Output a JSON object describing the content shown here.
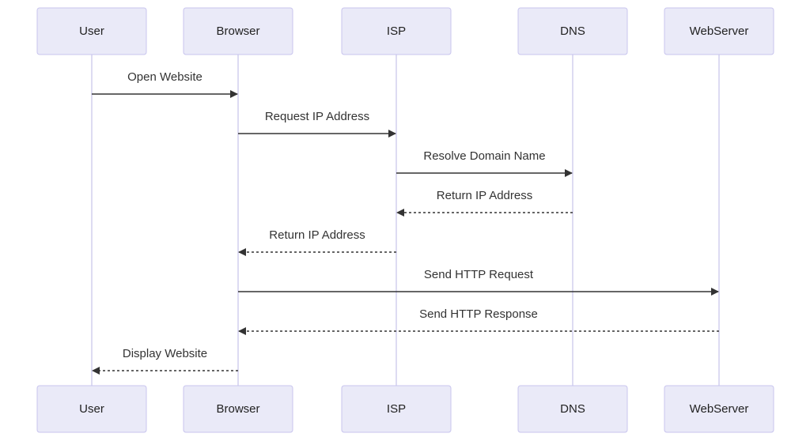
{
  "actors": [
    {
      "id": "user",
      "label": "User"
    },
    {
      "id": "browser",
      "label": "Browser"
    },
    {
      "id": "isp",
      "label": "ISP"
    },
    {
      "id": "dns",
      "label": "DNS"
    },
    {
      "id": "webserver",
      "label": "WebServer"
    }
  ],
  "messages": [
    {
      "from": "user",
      "to": "browser",
      "label": "Open Website",
      "style": "solid"
    },
    {
      "from": "browser",
      "to": "isp",
      "label": "Request IP Address",
      "style": "solid"
    },
    {
      "from": "isp",
      "to": "dns",
      "label": "Resolve Domain Name",
      "style": "solid"
    },
    {
      "from": "dns",
      "to": "isp",
      "label": "Return IP Address",
      "style": "dashed"
    },
    {
      "from": "isp",
      "to": "browser",
      "label": "Return IP Address",
      "style": "dashed"
    },
    {
      "from": "browser",
      "to": "webserver",
      "label": "Send HTTP Request",
      "style": "solid"
    },
    {
      "from": "webserver",
      "to": "browser",
      "label": "Send HTTP Response",
      "style": "dashed"
    },
    {
      "from": "browser",
      "to": "user",
      "label": "Display Website",
      "style": "dashed"
    }
  ]
}
